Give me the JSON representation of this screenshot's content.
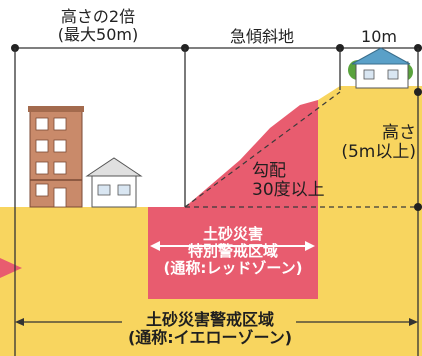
{
  "labels": {
    "height_limit_line1": "高さの2倍",
    "height_limit_line2": "(最大50m)",
    "steep_slope": "急傾斜地",
    "ten_m": "10m",
    "slope_angle_line1": "勾配",
    "slope_angle_line2": "30度以上",
    "height_line1": "高さ",
    "height_line2": "(5m以上)",
    "red_zone_line1": "土砂災害",
    "red_zone_line2": "特別警戒区域",
    "red_zone_line3": "(通称:レッドゾーン)",
    "yellow_zone_line1": "土砂災害警戒区域",
    "yellow_zone_line2": "(通称:イエローゾーン)"
  },
  "colors": {
    "yellow_zone": "#f8d55f",
    "red_zone": "#e85c6f",
    "slope": "#e85c6f",
    "dim_line": "#3a3a3a",
    "building": "#c98a6a",
    "house": "#ffffff",
    "tree": "#5aa33d"
  }
}
